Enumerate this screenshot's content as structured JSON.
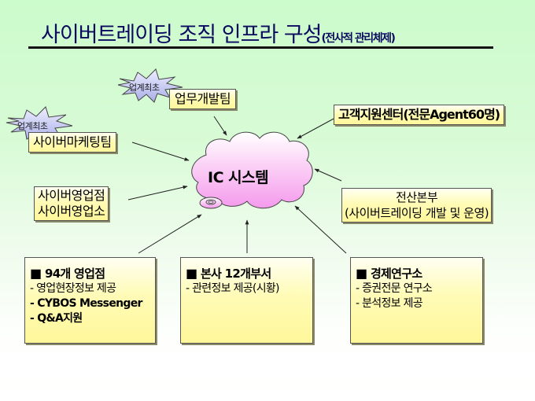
{
  "title": {
    "main": "사이버트레이딩 조직 인프라 구성",
    "sub": "(전사적 관리체제)"
  },
  "center": {
    "label": "IC 시스템",
    "shape": "cloud"
  },
  "bursts": [
    {
      "label": "업계최초",
      "attached_to": "dev_team"
    },
    {
      "label": "업계최초",
      "attached_to": "marketing_team"
    }
  ],
  "nodes": {
    "dev_team": {
      "label": "업무개발팀"
    },
    "marketing_team": {
      "label": "사이버마케팅팀"
    },
    "customer_center": {
      "label": "고객지원센터(전문Agent60명)"
    },
    "cyber_branch": {
      "line1": "사이버영업점",
      "line2": "사이버영업소"
    },
    "it_division": {
      "line1": "전산본부",
      "line2": "(사이버트레이딩 개발 및 운영)"
    },
    "branches": {
      "bullet": "■",
      "heading": "94개 영업점",
      "items": [
        "- 영업현장정보 제공",
        "- CYBOS Messenger",
        "- Q&A지원"
      ]
    },
    "hq": {
      "bullet": "■",
      "heading": "본사 12개부서",
      "items": [
        "- 관련정보 제공(시황)"
      ]
    },
    "research": {
      "bullet": "■",
      "heading": "경제연구소",
      "items": [
        "- 증권전문 연구소",
        "- 분석정보 제공"
      ]
    }
  },
  "colors": {
    "title": "#0a0a5e",
    "box_fill": "#fff79a",
    "cloud_fill": "#f7a8f0",
    "burst_fill": "#b8bcf0",
    "background_top": "#ccfbcc"
  }
}
